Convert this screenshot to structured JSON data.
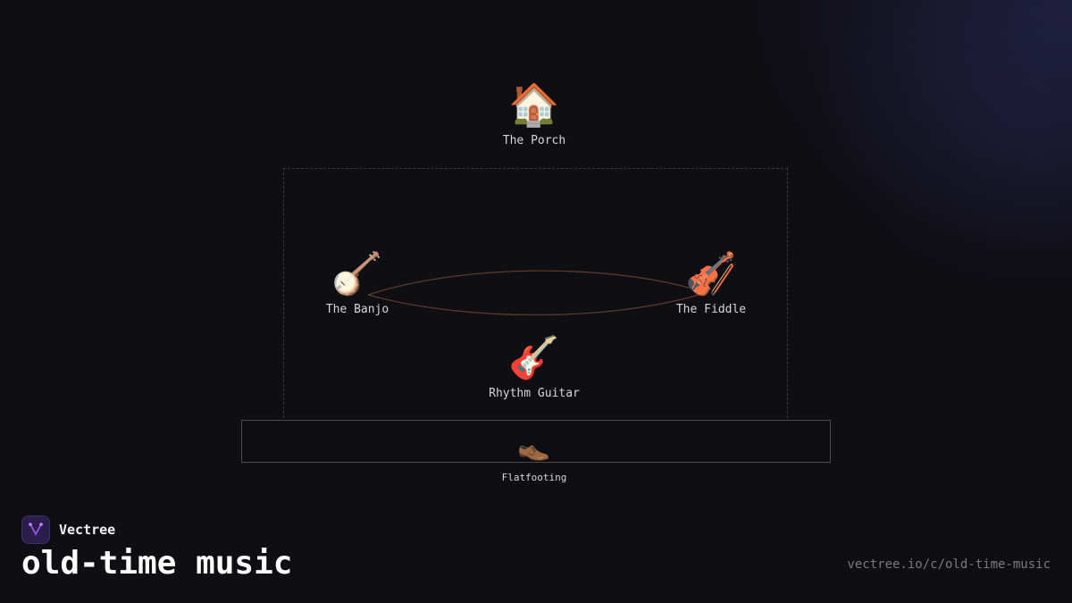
{
  "diagram": {
    "nodes": {
      "porch": {
        "icon": "house-icon",
        "glyph": "🏠",
        "label": "The Porch"
      },
      "banjo": {
        "icon": "banjo-icon",
        "glyph": "🪕",
        "label": "The Banjo"
      },
      "fiddle": {
        "icon": "violin-icon",
        "glyph": "🎻",
        "label": "The Fiddle"
      },
      "guitar": {
        "icon": "guitar-icon",
        "glyph": "🎸",
        "label": "Rhythm Guitar"
      },
      "flatfooting": {
        "icon": "shoe-icon",
        "glyph": "👞",
        "label": "Flatfooting"
      }
    },
    "links": [
      {
        "from": "banjo",
        "to": "fiddle"
      },
      {
        "from": "fiddle",
        "to": "banjo"
      }
    ],
    "colors": {
      "link": "#5a3a2a",
      "group_border": "#3a3a44",
      "ground_border": "#4a4a52"
    }
  },
  "footer": {
    "brand_name": "Vectree",
    "title": "old-time music",
    "url": "vectree.io/c/old-time-music"
  },
  "colors": {
    "background": "#0f0e13",
    "accent": "#7b3fd6",
    "text": "#ffffff",
    "muted": "#7a7a82"
  }
}
